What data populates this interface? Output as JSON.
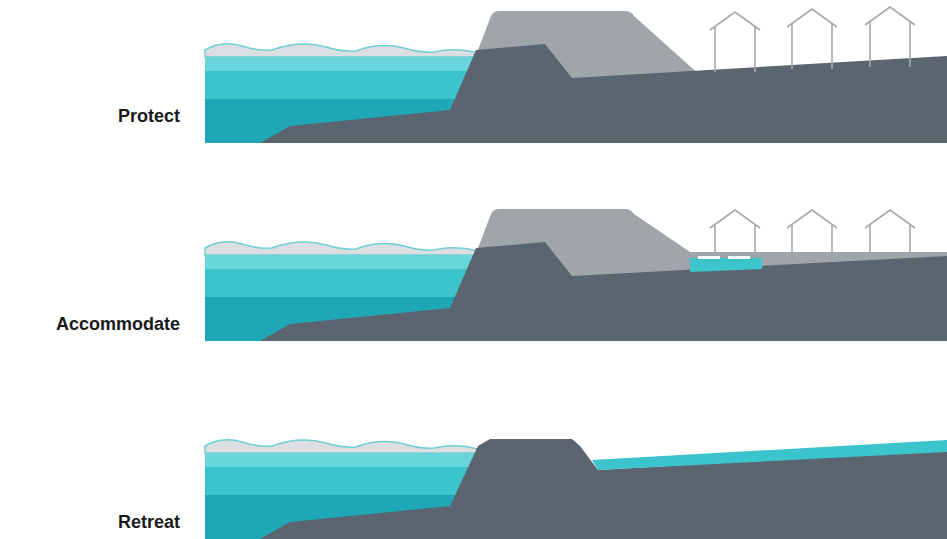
{
  "diagram": {
    "labels": [
      "Protect",
      "Accommodate",
      "Retreat"
    ]
  }
}
